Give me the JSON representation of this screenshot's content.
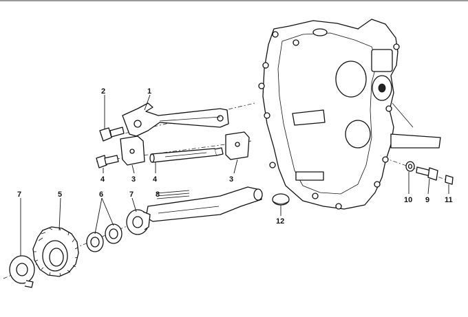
{
  "callouts": [
    {
      "id": "c1",
      "text": "1"
    },
    {
      "id": "c2",
      "text": "2"
    },
    {
      "id": "c3a",
      "text": "3"
    },
    {
      "id": "c3b",
      "text": "3"
    },
    {
      "id": "c4a",
      "text": "4"
    },
    {
      "id": "c4b",
      "text": "4"
    },
    {
      "id": "c5",
      "text": "5"
    },
    {
      "id": "c6",
      "text": "6"
    },
    {
      "id": "c7a",
      "text": "7"
    },
    {
      "id": "c7b",
      "text": "7"
    },
    {
      "id": "c8",
      "text": "8"
    },
    {
      "id": "c9",
      "text": "9"
    },
    {
      "id": "c10",
      "text": "10"
    },
    {
      "id": "c11",
      "text": "11"
    },
    {
      "id": "c12",
      "text": "12"
    }
  ]
}
